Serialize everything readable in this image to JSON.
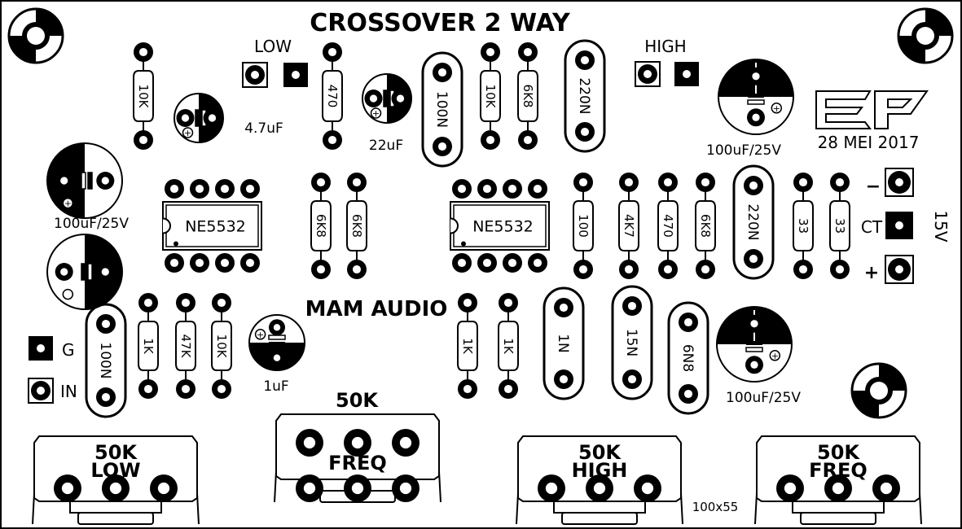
{
  "labels": {
    "title": "CROSSOVER 2 WAY",
    "brand": "MAM AUDIO",
    "logo": "EP",
    "date": "28 MEI 2017",
    "size": "100x55",
    "low": "LOW",
    "high": "HIGH",
    "g": "G",
    "in": "IN",
    "minus": "−",
    "ct": "CT",
    "plus": "+",
    "v15": "15V",
    "pot_center_top": "50K"
  },
  "ics": [
    {
      "label": "NE5532"
    },
    {
      "label": "NE5532"
    }
  ],
  "resistors": [
    {
      "value": "10K"
    },
    {
      "value": "470"
    },
    {
      "value": "10K"
    },
    {
      "value": "6K8"
    },
    {
      "value": "6K8"
    },
    {
      "value": "6K8"
    },
    {
      "value": "100"
    },
    {
      "value": "4K7"
    },
    {
      "value": "470"
    },
    {
      "value": "6K8"
    },
    {
      "value": "33"
    },
    {
      "value": "33"
    },
    {
      "value": "1K"
    },
    {
      "value": "47K"
    },
    {
      "value": "10K"
    },
    {
      "value": "1K"
    },
    {
      "value": "1K"
    }
  ],
  "caps_film": [
    {
      "value": "100N"
    },
    {
      "value": "220N"
    },
    {
      "value": "220N"
    },
    {
      "value": "100N"
    },
    {
      "value": "1N"
    },
    {
      "value": "15N"
    },
    {
      "value": "6N8"
    }
  ],
  "caps_elec": [
    {
      "value": "4.7uF"
    },
    {
      "value": "22uF"
    },
    {
      "value": "100uF/25V"
    },
    {
      "value": "100uF/25V"
    },
    {
      "value": "1uF"
    },
    {
      "value": "100uF/25V"
    }
  ],
  "pots": [
    {
      "line1": "50K",
      "line2": "LOW"
    },
    {
      "line1": "",
      "line2": "FREQ"
    },
    {
      "line1": "50K",
      "line2": "HIGH"
    },
    {
      "line1": "50K",
      "line2": "FREQ"
    }
  ]
}
